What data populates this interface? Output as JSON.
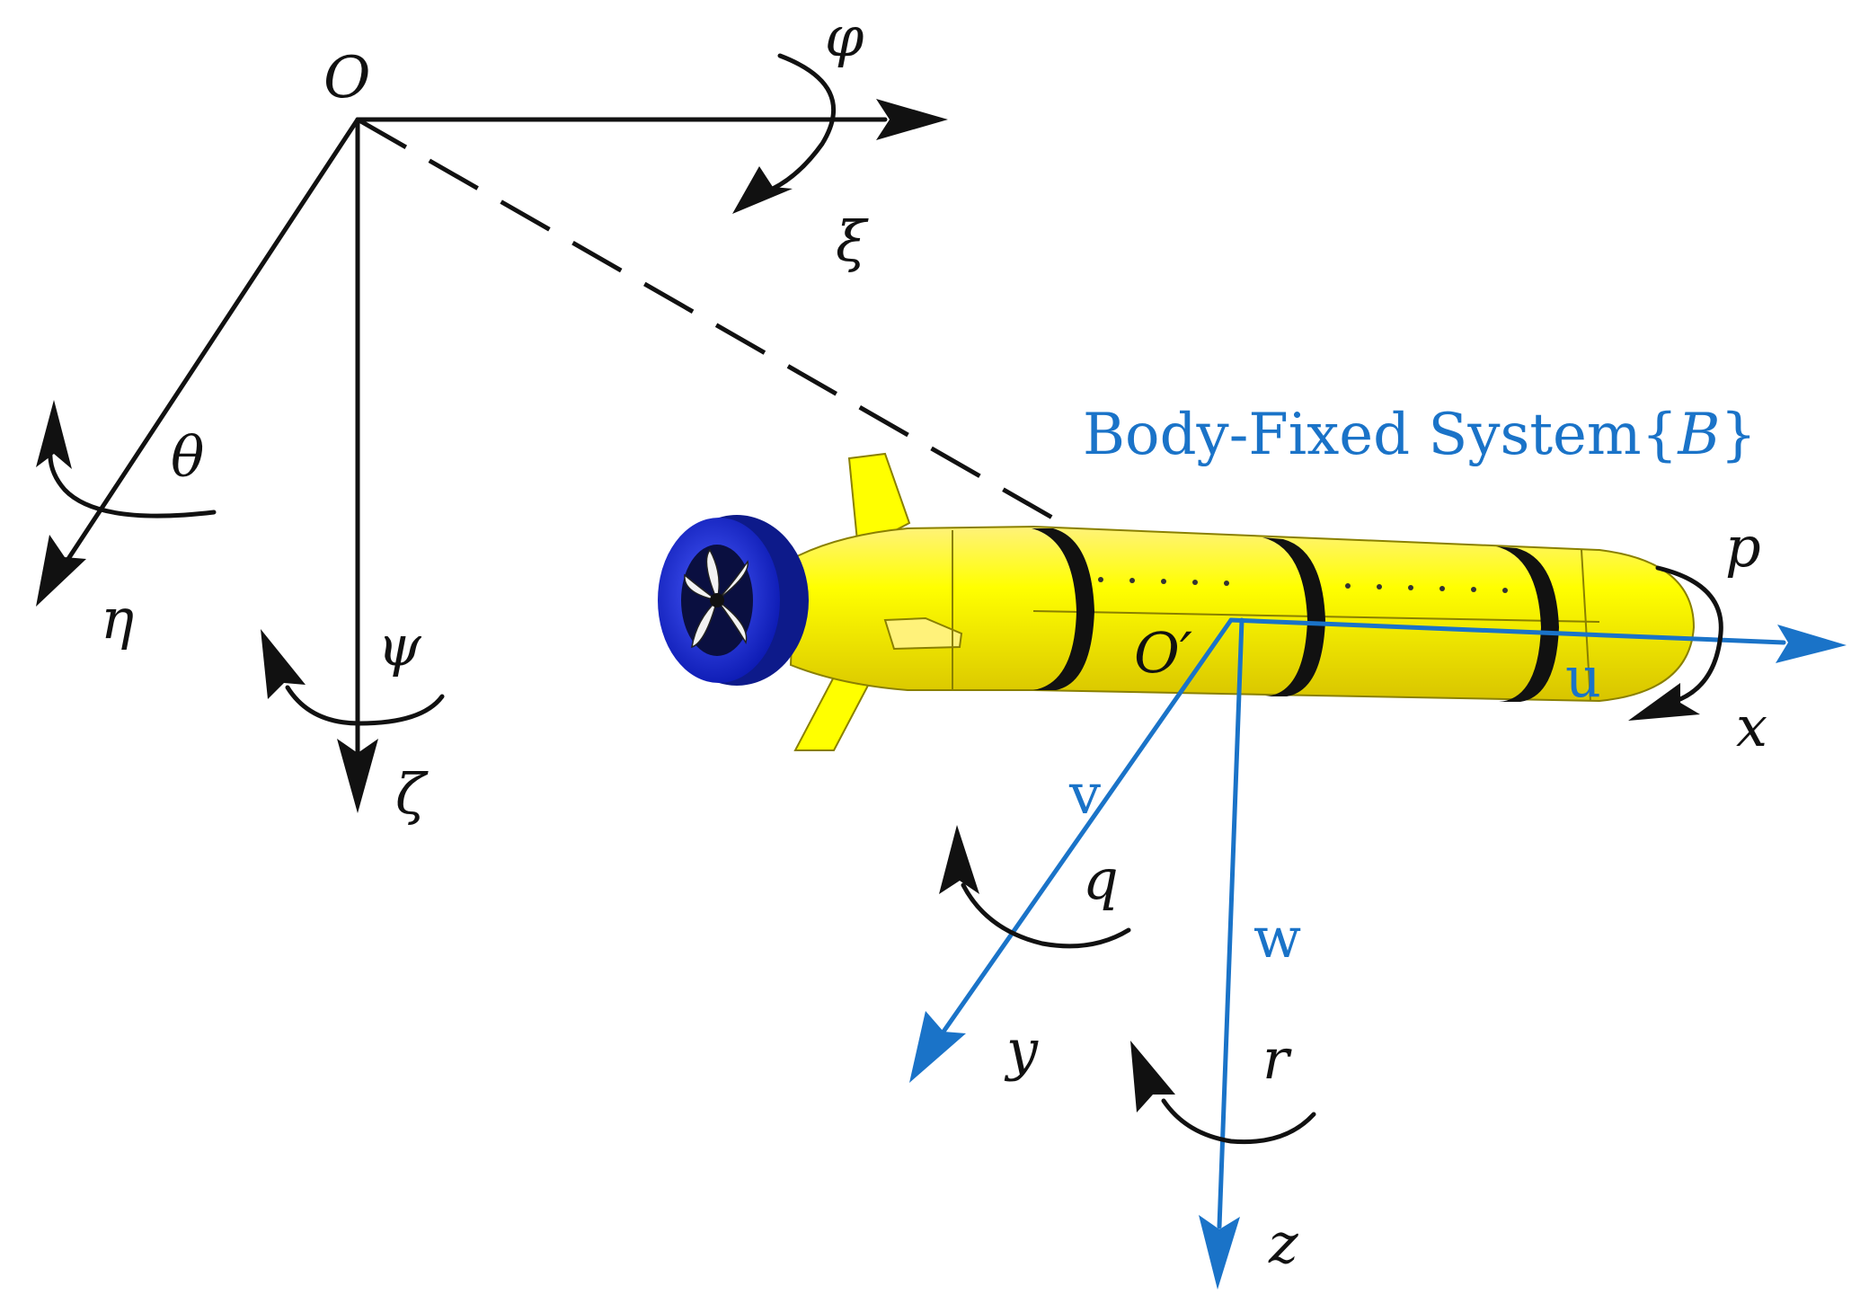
{
  "colors": {
    "inertial_frame": "#111111",
    "body_frame": "#1a73c8",
    "vehicle_body": "#ffff00",
    "vehicle_bands": "#111111",
    "thruster_duct": "#1f2fd6"
  },
  "inertial_frame": {
    "origin": "O",
    "axis_xi": "ξ",
    "axis_eta": "η",
    "axis_zeta": "ζ",
    "rot_phi": "φ",
    "rot_theta": "θ",
    "rot_psi": "ψ"
  },
  "body_frame": {
    "title_main": "Body-Fixed System",
    "title_brace_open": "{",
    "title_symbol": "B",
    "title_brace_close": "}",
    "origin": "O′",
    "axis_x": "x",
    "axis_y": "y",
    "axis_z": "z",
    "vel_u": "u",
    "vel_v": "v",
    "vel_w": "w",
    "rot_p": "p",
    "rot_q": "q",
    "rot_r": "r"
  }
}
